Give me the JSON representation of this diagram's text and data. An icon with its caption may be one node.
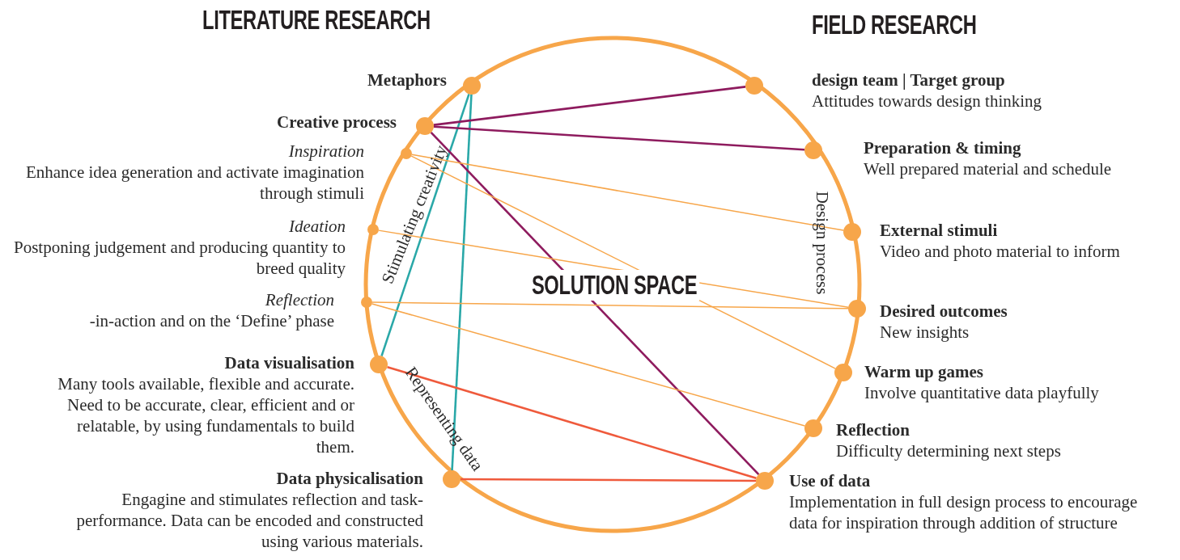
{
  "diagram": {
    "nodes": [
      {
        "text": [],
        "shape": "circle",
        "beside": [
          "Metaphors"
        ]
      },
      {
        "text": [],
        "shape": "circle",
        "beside": [
          "Creative process"
        ]
      },
      {
        "text": [],
        "shape": "circle",
        "beside": [
          "Inspiration",
          "Enhance idea generation and activate imagination through stimuli"
        ]
      },
      {
        "text": [],
        "shape": "circle",
        "beside": [
          "Ideation",
          "Postponing judgement and producing quantity to breed quality"
        ]
      },
      {
        "text": [],
        "shape": "circle",
        "beside": [
          "Reflection",
          "-in-action and on the ‘Define’ phase"
        ]
      },
      {
        "text": [],
        "shape": "circle",
        "beside": [
          "Data visualisation",
          "Many tools available, flexible and accurate. Need to be accurate, clear, efficient and or relatable, by using fundamentals to build them."
        ]
      },
      {
        "text": [],
        "shape": "circle",
        "beside": [
          "Data physicalisation",
          "Engagine and stimulates reflection and task-performance. Data can be encoded and constructed using various materials."
        ]
      },
      {
        "text": [],
        "shape": "circle",
        "beside": [
          "design team | Target group",
          "Attitudes towards design thinking"
        ]
      },
      {
        "text": [],
        "shape": "circle",
        "beside": [
          "Preparation & timing",
          "Well prepared material and schedule"
        ]
      },
      {
        "text": [],
        "shape": "circle",
        "beside": [
          "External stimuli",
          "Video and photo material to inform"
        ]
      },
      {
        "text": [],
        "shape": "circle",
        "beside": [
          "Desired outcomes",
          "New insights"
        ]
      },
      {
        "text": [],
        "shape": "circle",
        "beside": [
          "Warm up games",
          "Involve quantitative data playfully"
        ]
      },
      {
        "text": [],
        "shape": "circle",
        "beside": [
          "Reflection",
          "Difficulty determining next steps"
        ]
      },
      {
        "text": [],
        "shape": "circle",
        "beside": [
          "Use of data",
          "Implementation in full design process to encourage data for inspiration through addition of structure"
        ]
      }
    ],
    "edges": [
      {
        "from": 0,
        "to": 5,
        "arrow": "none",
        "color": "#2aa8a8"
      },
      {
        "from": 0,
        "to": 6,
        "arrow": "none",
        "color": "#2aa8a8"
      },
      {
        "from": 1,
        "to": 7,
        "arrow": "none",
        "color": "#8e1b5e"
      },
      {
        "from": 1,
        "to": 8,
        "arrow": "none",
        "color": "#8e1b5e"
      },
      {
        "from": 1,
        "to": 13,
        "arrow": "none",
        "color": "#8e1b5e"
      },
      {
        "from": 2,
        "to": 9,
        "arrow": "none"
      },
      {
        "from": 2,
        "to": 11,
        "arrow": "none"
      },
      {
        "from": 3,
        "to": 10,
        "arrow": "none"
      },
      {
        "from": 4,
        "to": 10,
        "arrow": "none"
      },
      {
        "from": 4,
        "to": 12,
        "arrow": "none"
      },
      {
        "from": 5,
        "to": 13,
        "arrow": "none",
        "color": "#ef5a3c"
      },
      {
        "from": 6,
        "to": 13,
        "arrow": "none",
        "color": "#ef5a3c"
      }
    ],
    "labels": [
      "LITERATURE RESEARCH",
      "FIELD RESEARCH",
      "Stimulating creativity",
      "SOLUTION SPACE",
      "Design process",
      "Representing data"
    ]
  }
}
